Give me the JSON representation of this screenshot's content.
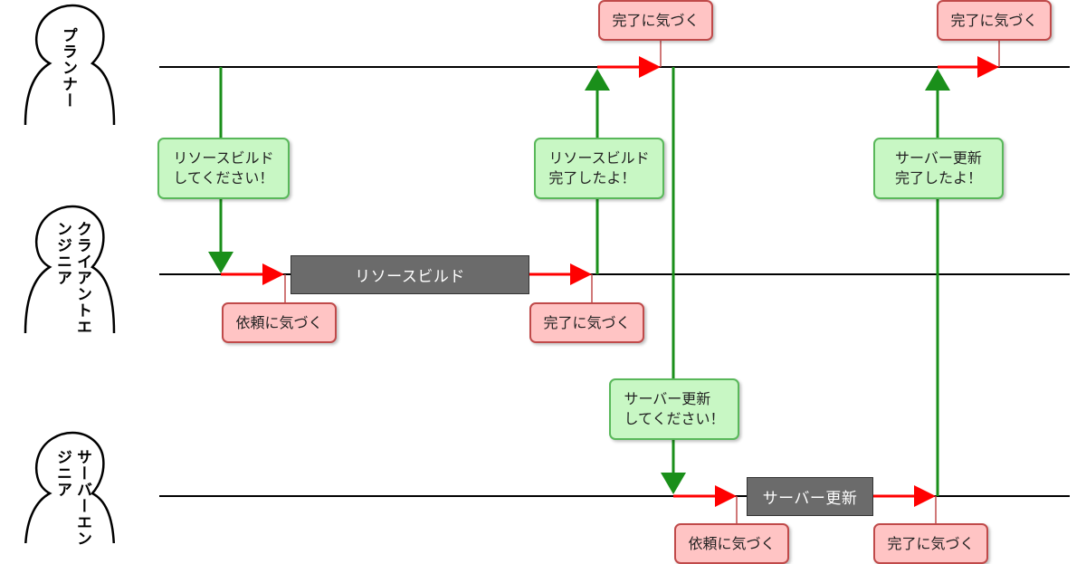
{
  "actors": {
    "planner": "プランナー",
    "client_engineer": "クライアントエンジニア",
    "server_engineer": "サーバーエンジニア"
  },
  "messages": {
    "request_resource_build": "リソースビルド\nしてください！",
    "resource_build_done": "リソースビルド\n完了したよ！",
    "request_server_update": "サーバー更新\nしてください！",
    "server_update_done": "サーバー更新\n完了したよ！"
  },
  "notices": {
    "client_notice_request": "依頼に気づく",
    "client_notice_done": "完了に気づく",
    "planner_notice_done_1": "完了に気づく",
    "planner_notice_done_2": "完了に気づく",
    "server_notice_request": "依頼に気づく",
    "server_notice_done": "完了に気づく"
  },
  "tasks": {
    "resource_build": "リソースビルド",
    "server_update": "サーバー更新"
  },
  "colors": {
    "message_arrow": "#1a8f1a",
    "wait_arrow": "#ff0000",
    "notice_fill": "#ffc4c4",
    "message_fill": "#c8f7c4",
    "task_fill": "#6b6b6b"
  }
}
